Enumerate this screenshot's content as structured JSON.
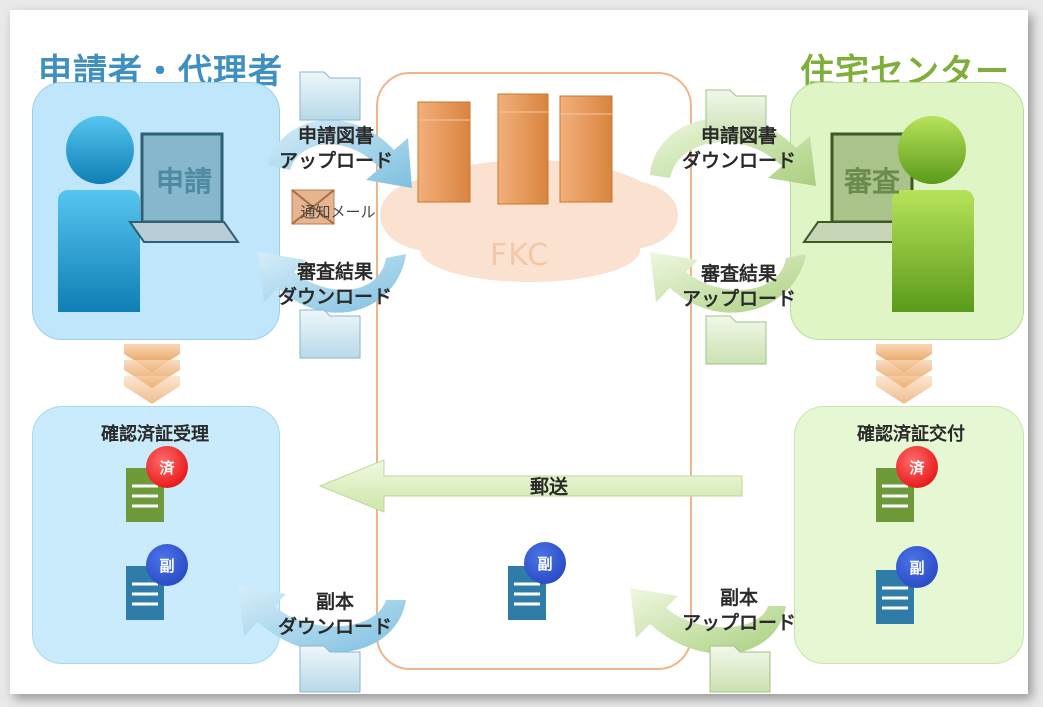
{
  "applicant": {
    "title": "申請者・代理者",
    "screen_label": "申請",
    "receipt_title": "確認済証受理"
  },
  "center": {
    "title": "住宅センター",
    "screen_label": "審査",
    "issue_title": "確認済証交付"
  },
  "server": {
    "label": "FKC"
  },
  "flows": {
    "upload_docs": "申請図書\nアップロード",
    "notify_mail": "通知メール",
    "download_results": "審査結果\nダウンロード",
    "download_docs": "申請図書\nダウンロード",
    "upload_results": "審査結果\nアップロード",
    "download_copy": "副本\nダウンロード",
    "upload_copy": "副本\nアップロード",
    "mail_post": "郵送"
  },
  "badges": {
    "done": "済",
    "copy": "副"
  },
  "colors": {
    "blue_panel": "#bfe6fa",
    "green_panel": "#dff5c6",
    "blue_title": "#3f8fc0",
    "green_title": "#7fae3a",
    "server_orange": "#e79a5c",
    "cloud_peach": "#fbe1cf"
  }
}
